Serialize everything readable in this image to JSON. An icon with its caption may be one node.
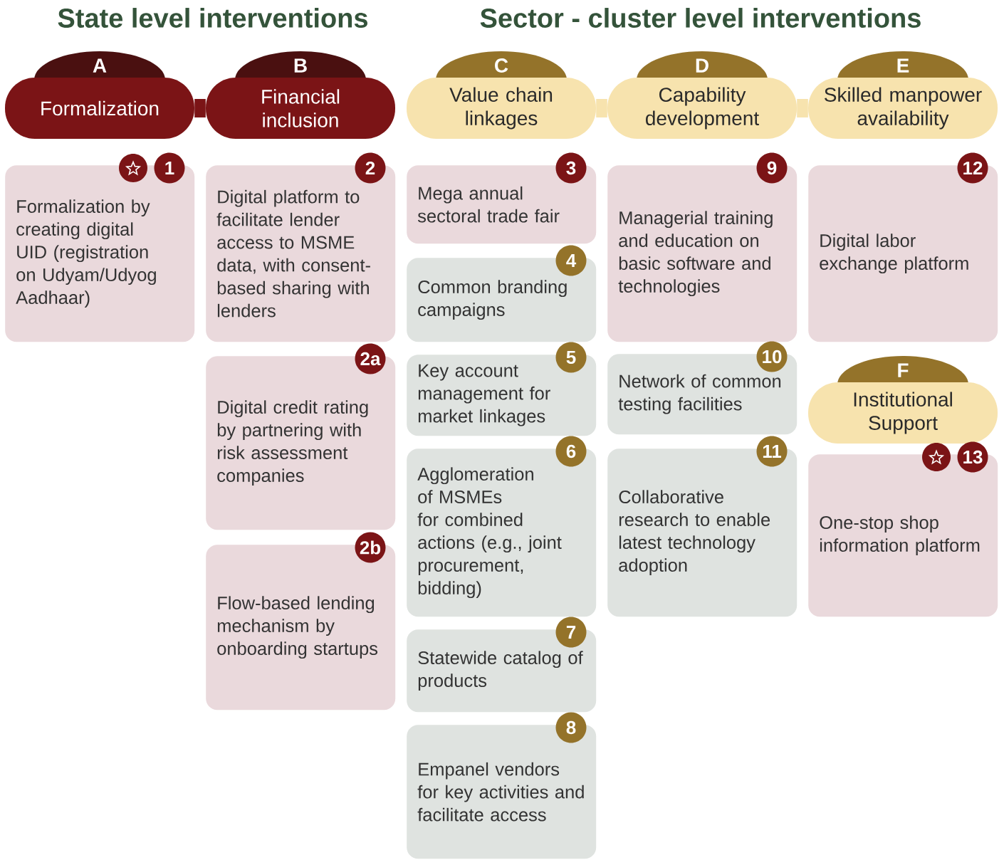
{
  "diagram": {
    "labels": [
      "State level interventions",
      "Sector - cluster level interventions"
    ],
    "nodes": [
      {
        "text": [
          "A",
          "Formalization"
        ]
      },
      {
        "text": [
          "B",
          "Financial inclusion"
        ]
      },
      {
        "text": [
          "C",
          "Value chain linkages"
        ]
      },
      {
        "text": [
          "D",
          "Capability development"
        ]
      },
      {
        "text": [
          "E",
          "Skilled manpower availability"
        ]
      },
      {
        "text": [
          "F",
          "Institutional Support"
        ]
      },
      {
        "text": [
          "1",
          "Formalization by creating digital UID (registration on Udyam/Udyog Aadhaar)"
        ]
      },
      {
        "text": [
          "2",
          "Digital platform to facilitate lender access to MSME data, with consent-based sharing with lenders"
        ]
      },
      {
        "text": [
          "2a",
          "Digital credit rating by partnering with risk assessment companies"
        ]
      },
      {
        "text": [
          "2b",
          "Flow-based lending mechanism by onboarding startups"
        ]
      },
      {
        "text": [
          "3",
          "Mega annual sectoral trade fair"
        ]
      },
      {
        "text": [
          "4",
          "Common branding campaigns"
        ]
      },
      {
        "text": [
          "5",
          "Key account management for market linkages"
        ]
      },
      {
        "text": [
          "6",
          "Agglomeration of MSMEs for combined actions (e.g., joint procurement, bidding)"
        ]
      },
      {
        "text": [
          "7",
          "Statewide catalog of products"
        ]
      },
      {
        "text": [
          "8",
          "Empanel vendors for key activities and facilitate access"
        ]
      },
      {
        "text": [
          "9",
          "Managerial training and education on basic software and technologies"
        ]
      },
      {
        "text": [
          "10",
          "Network of common testing facilities"
        ]
      },
      {
        "text": [
          "11",
          "Collaborative research to enable latest technology adoption"
        ]
      },
      {
        "text": [
          "12",
          "Digital labor exchange platform"
        ]
      },
      {
        "text": [
          "13",
          "One-stop shop information platform"
        ]
      }
    ],
    "edges": [
      {
        "from": 0,
        "to": 1,
        "arrow": "none",
        "color": "#7b1416"
      },
      {
        "from": 2,
        "to": 3,
        "arrow": "none"
      },
      {
        "from": 3,
        "to": 4,
        "arrow": "none"
      }
    ]
  }
}
